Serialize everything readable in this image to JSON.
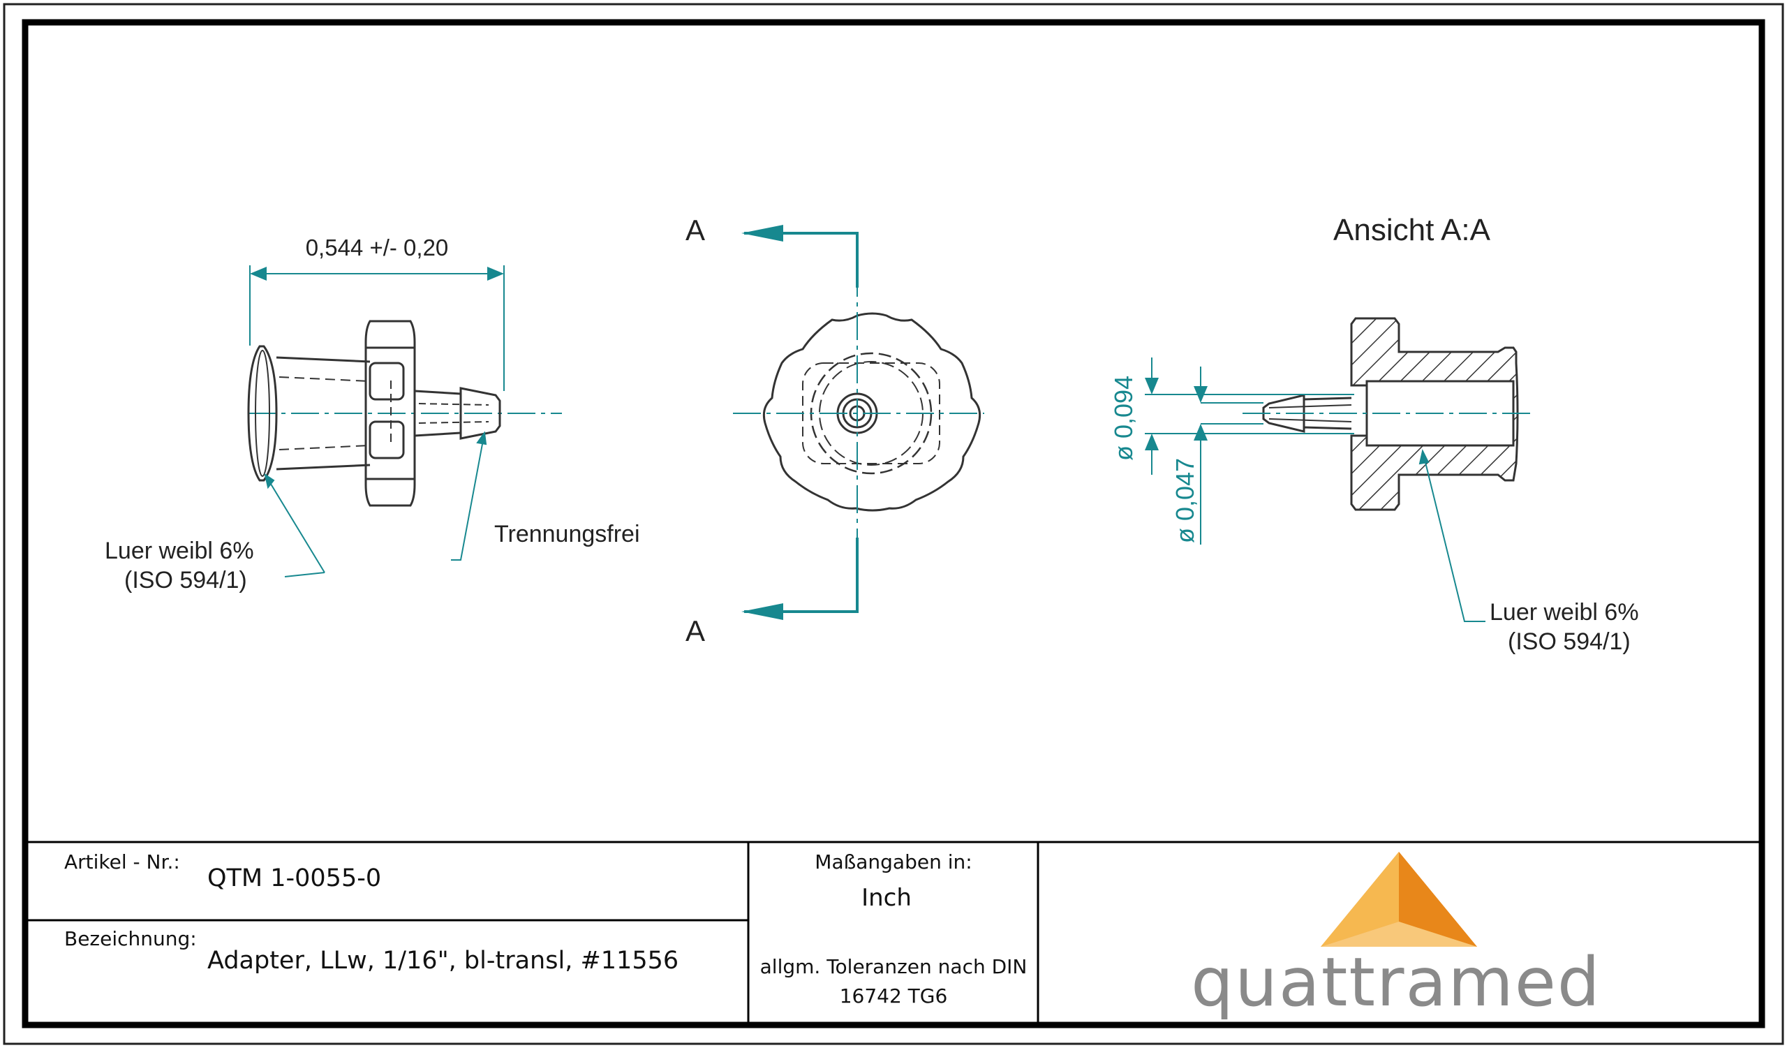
{
  "drawing": {
    "dimension_length": "0,544  +/-  0,20",
    "section_marker": "A",
    "view_title": "Ansicht  A:A",
    "luer_label_line1": "Luer  weibl  6%",
    "luer_label_line2": "(ISO  594/1)",
    "separation_label": "Trennungsfrei",
    "dia_outer": "ø  0,094",
    "dia_inner": "ø 0,047"
  },
  "title_block": {
    "article_label": "Artikel - Nr.:",
    "article_value": "QTM 1-0055-0",
    "designation_label": "Bezeichnung:",
    "designation_value": "Adapter, LLw, 1/16\", bl-transl, #11556",
    "units_label": "Maßangaben in:",
    "units_value": "Inch",
    "tolerance_line1": "allgm. Toleranzen nach DIN",
    "tolerance_line2": "16742 TG6",
    "company_name": "quattramed"
  },
  "colors": {
    "teal": "#17888f",
    "line": "#333333",
    "logo_orange": "#f2a23a",
    "logo_orange_dark": "#e8871a",
    "logo_orange_light": "#f8c87a",
    "logo_gray": "#8a8a8a"
  }
}
